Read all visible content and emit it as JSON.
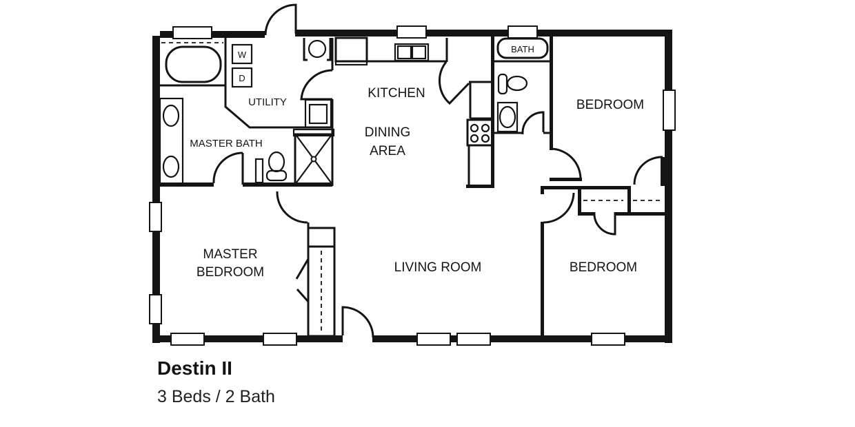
{
  "plan": {
    "name": "Destin II",
    "summary": "3 Beds / 2 Bath",
    "colors": {
      "line": "#141414",
      "background": "#ffffff"
    },
    "rooms": {
      "utility": "UTILITY",
      "master_bath": "MASTER BATH",
      "kitchen": "KITCHEN",
      "dining_line1": "DINING",
      "dining_line2": "AREA",
      "bedroom_ne": "BEDROOM",
      "master_bedroom_line1": "MASTER",
      "master_bedroom_line2": "BEDROOM",
      "living_room": "LIVING ROOM",
      "bedroom_se": "BEDROOM"
    },
    "fixtures": {
      "washer": "W",
      "dryer": "D",
      "hall_bath_tub": "BATH"
    }
  }
}
